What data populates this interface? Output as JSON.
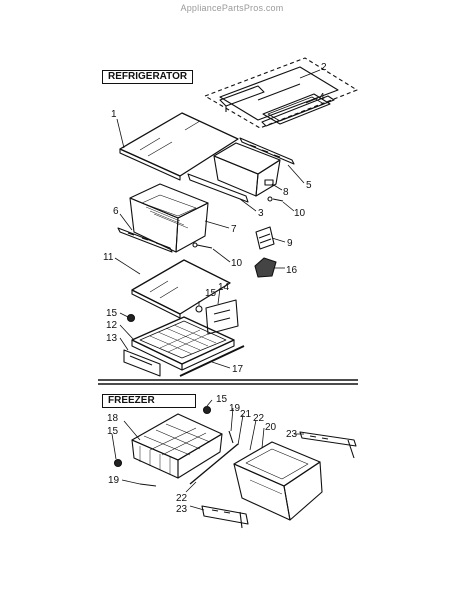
{
  "watermark": "AppliancePartsPros.com",
  "sections": {
    "refrigerator": "REFRIGERATOR",
    "freezer": "FREEZER"
  },
  "callouts": {
    "c1": "1",
    "c2": "2",
    "c4": "4",
    "c5": "5",
    "c3": "3",
    "c8": "8",
    "c10a": "10",
    "c6": "6",
    "c7": "7",
    "c10b": "10",
    "c9": "9",
    "c11": "11",
    "c16": "16",
    "c14": "14",
    "c15a": "15",
    "c12": "12",
    "c13": "13",
    "c17": "17",
    "c15b": "15",
    "c19a": "19",
    "c21": "21",
    "c22a": "22",
    "c20": "20",
    "c18": "18",
    "c15c": "15",
    "c23a": "23",
    "c19b": "19",
    "c22b": "22",
    "c23b": "23"
  }
}
